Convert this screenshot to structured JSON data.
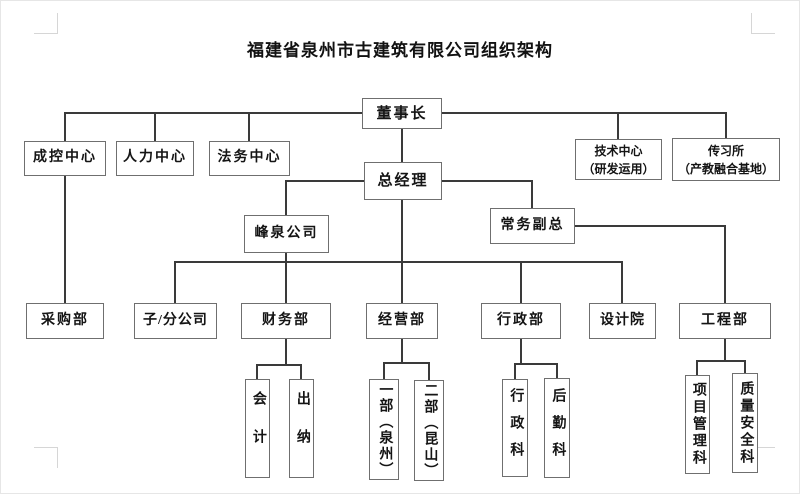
{
  "page": {
    "title": "福建省泉州市古建筑有限公司组织架构"
  },
  "org": {
    "chairman": {
      "label": "董事长"
    },
    "cost_control": {
      "label": "成控中心"
    },
    "hr_center": {
      "label": "人力中心"
    },
    "legal_center": {
      "label": "法务中心"
    },
    "tech_center": {
      "label": "技术中心",
      "sub": "（研发运用）"
    },
    "heritage_institute": {
      "label": "传习所",
      "sub": "（产教融合基地）"
    },
    "general_manager": {
      "label": "总经理"
    },
    "fengquan_company": {
      "label": "峰泉公司"
    },
    "executive_vp": {
      "label": "常务副总"
    },
    "procurement_dept": {
      "label": "采购部"
    },
    "subsidiaries": {
      "label": "子/分公司"
    },
    "finance_dept": {
      "label": "财务部"
    },
    "operations_dept": {
      "label": "经营部"
    },
    "admin_dept": {
      "label": "行政部"
    },
    "design_institute": {
      "label": "设计院"
    },
    "engineering_dept": {
      "label": "工程部"
    },
    "accounting": {
      "label": "会计"
    },
    "cashier": {
      "label": "出纳"
    },
    "dept1_quanzhou": {
      "label": "一部（泉州）"
    },
    "dept2_kunshan": {
      "label": "二部（昆山）"
    },
    "admin_section": {
      "label": "行政科"
    },
    "logistics_section": {
      "label": "后勤科"
    },
    "project_mgmt_section": {
      "label": "项目管理科"
    },
    "quality_safety_section": {
      "label": "质量安全科"
    }
  },
  "structure": {
    "chairman_reports": [
      "成控中心",
      "人力中心",
      "法务中心",
      "总经理",
      "技术中心（研发运用）",
      "传习所（产教融合基地）"
    ],
    "general_manager_reports": [
      "峰泉公司",
      "常务副总",
      "子/分公司",
      "财务部",
      "经营部",
      "行政部",
      "设计院"
    ],
    "cost_control_reports": [
      "采购部"
    ],
    "executive_vp_reports": [
      "工程部"
    ],
    "finance_dept_reports": [
      "会计",
      "出纳"
    ],
    "operations_dept_reports": [
      "一部（泉州）",
      "二部（昆山）"
    ],
    "admin_dept_reports": [
      "行政科",
      "后勤科"
    ],
    "engineering_dept_reports": [
      "项目管理科",
      "质量安全科"
    ]
  }
}
